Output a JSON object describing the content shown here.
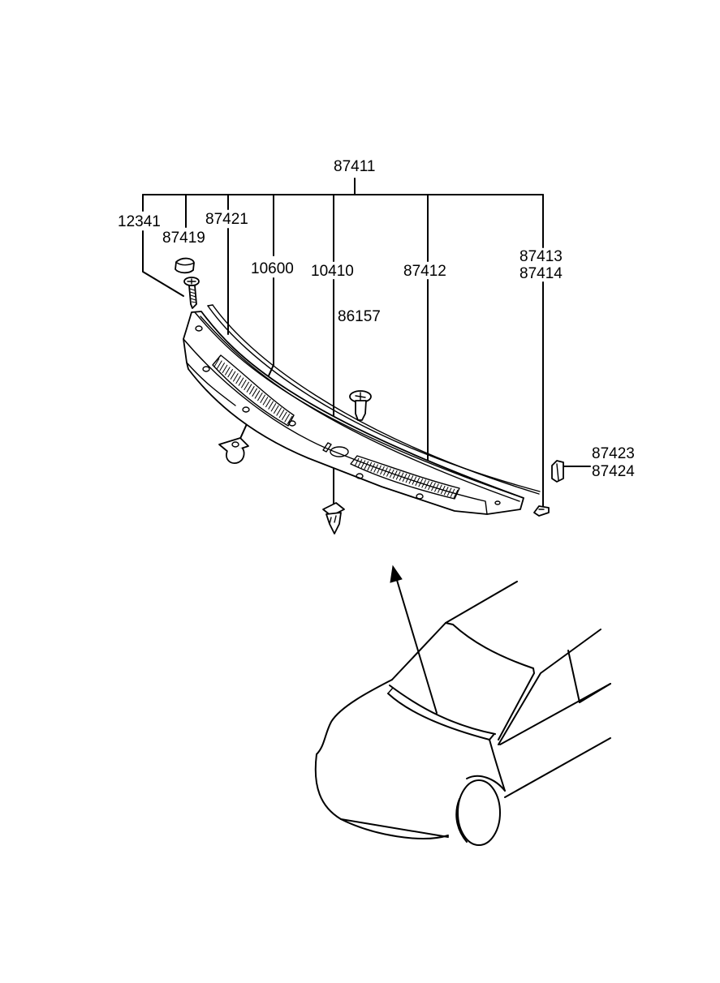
{
  "labels": {
    "assembly": "87411",
    "screw_left": "12341",
    "cap": "87419",
    "weatherstrip": "87421",
    "clip_10600": "10600",
    "clip_10410": "10410",
    "fastener_86157": "86157",
    "cover_center": "87412",
    "end_cover_a": "87413",
    "end_cover_b": "87414",
    "end_pad_a": "87423",
    "end_pad_b": "87424"
  }
}
